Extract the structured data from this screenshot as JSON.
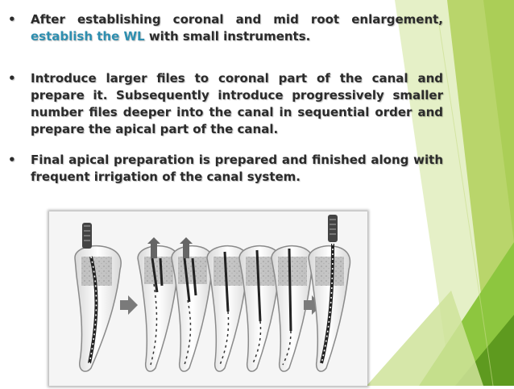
{
  "bullets": [
    {
      "marker": "•",
      "text_before": "After establishing coronal and mid root enlargement, ",
      "highlight": "establish the WL",
      "text_after": " with small instruments."
    },
    {
      "marker": "•",
      "text": "Introduce larger files to coronal part of the canal and prepare it. Subsequently introduce progressively smaller number files deeper into the canal in sequential order and prepare the apical part of the canal."
    },
    {
      "marker": "•",
      "text": "Final apical preparation is prepared and finished along with frequent irrigation of the canal system."
    }
  ],
  "colors": {
    "highlight_text": "#2e8fb0",
    "body_text": "#2b2b2b",
    "green_light": "#b9d56b",
    "green_mid": "#8dc63f",
    "green_dark": "#5e9a1f",
    "arrow": "#7a7a7a"
  },
  "figure": {
    "icon": "root-canal-crown-down-illustration",
    "step_count": 7
  }
}
